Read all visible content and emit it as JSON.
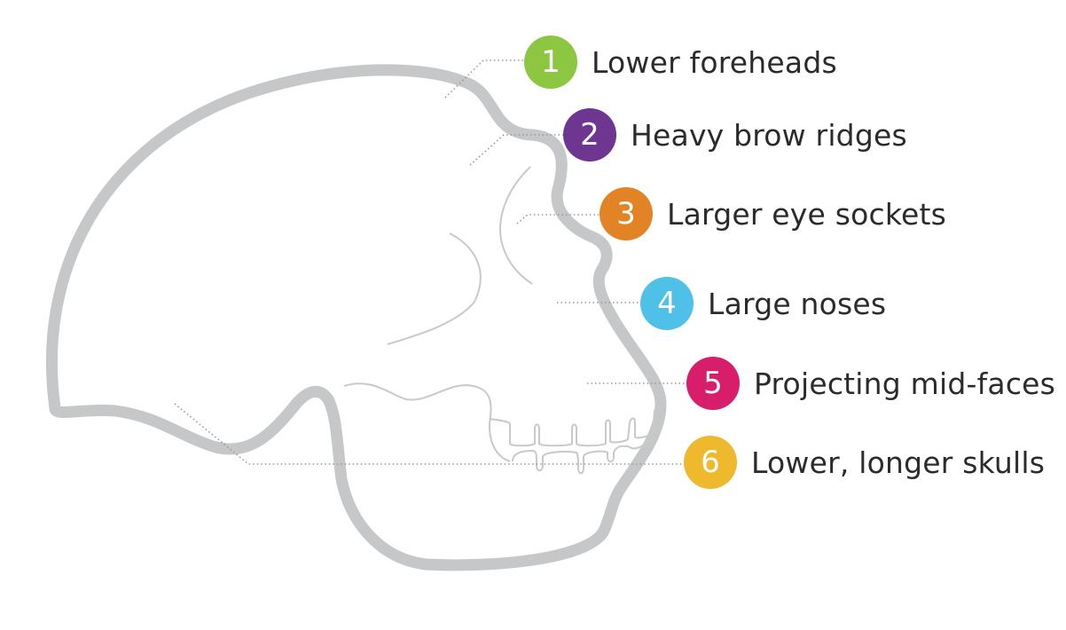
{
  "diagram": {
    "subject": "Skull profile with labeled features",
    "outline_color": "#c6c7c8",
    "detail_line_color": "#c9c9c9",
    "leader_line_color": "#999999",
    "text_color": "#2b2b2b"
  },
  "labels": [
    {
      "number": "1",
      "text": "Lower foreheads",
      "color": "#8dc641"
    },
    {
      "number": "2",
      "text": "Heavy brow ridges",
      "color": "#6e3591"
    },
    {
      "number": "3",
      "text": "Larger eye sockets",
      "color": "#e28426"
    },
    {
      "number": "4",
      "text": "Large noses",
      "color": "#4fc1e9"
    },
    {
      "number": "5",
      "text": "Projecting mid-faces",
      "color": "#d81d6a"
    },
    {
      "number": "6",
      "text": "Lower, longer skulls",
      "color": "#efb92e"
    }
  ]
}
